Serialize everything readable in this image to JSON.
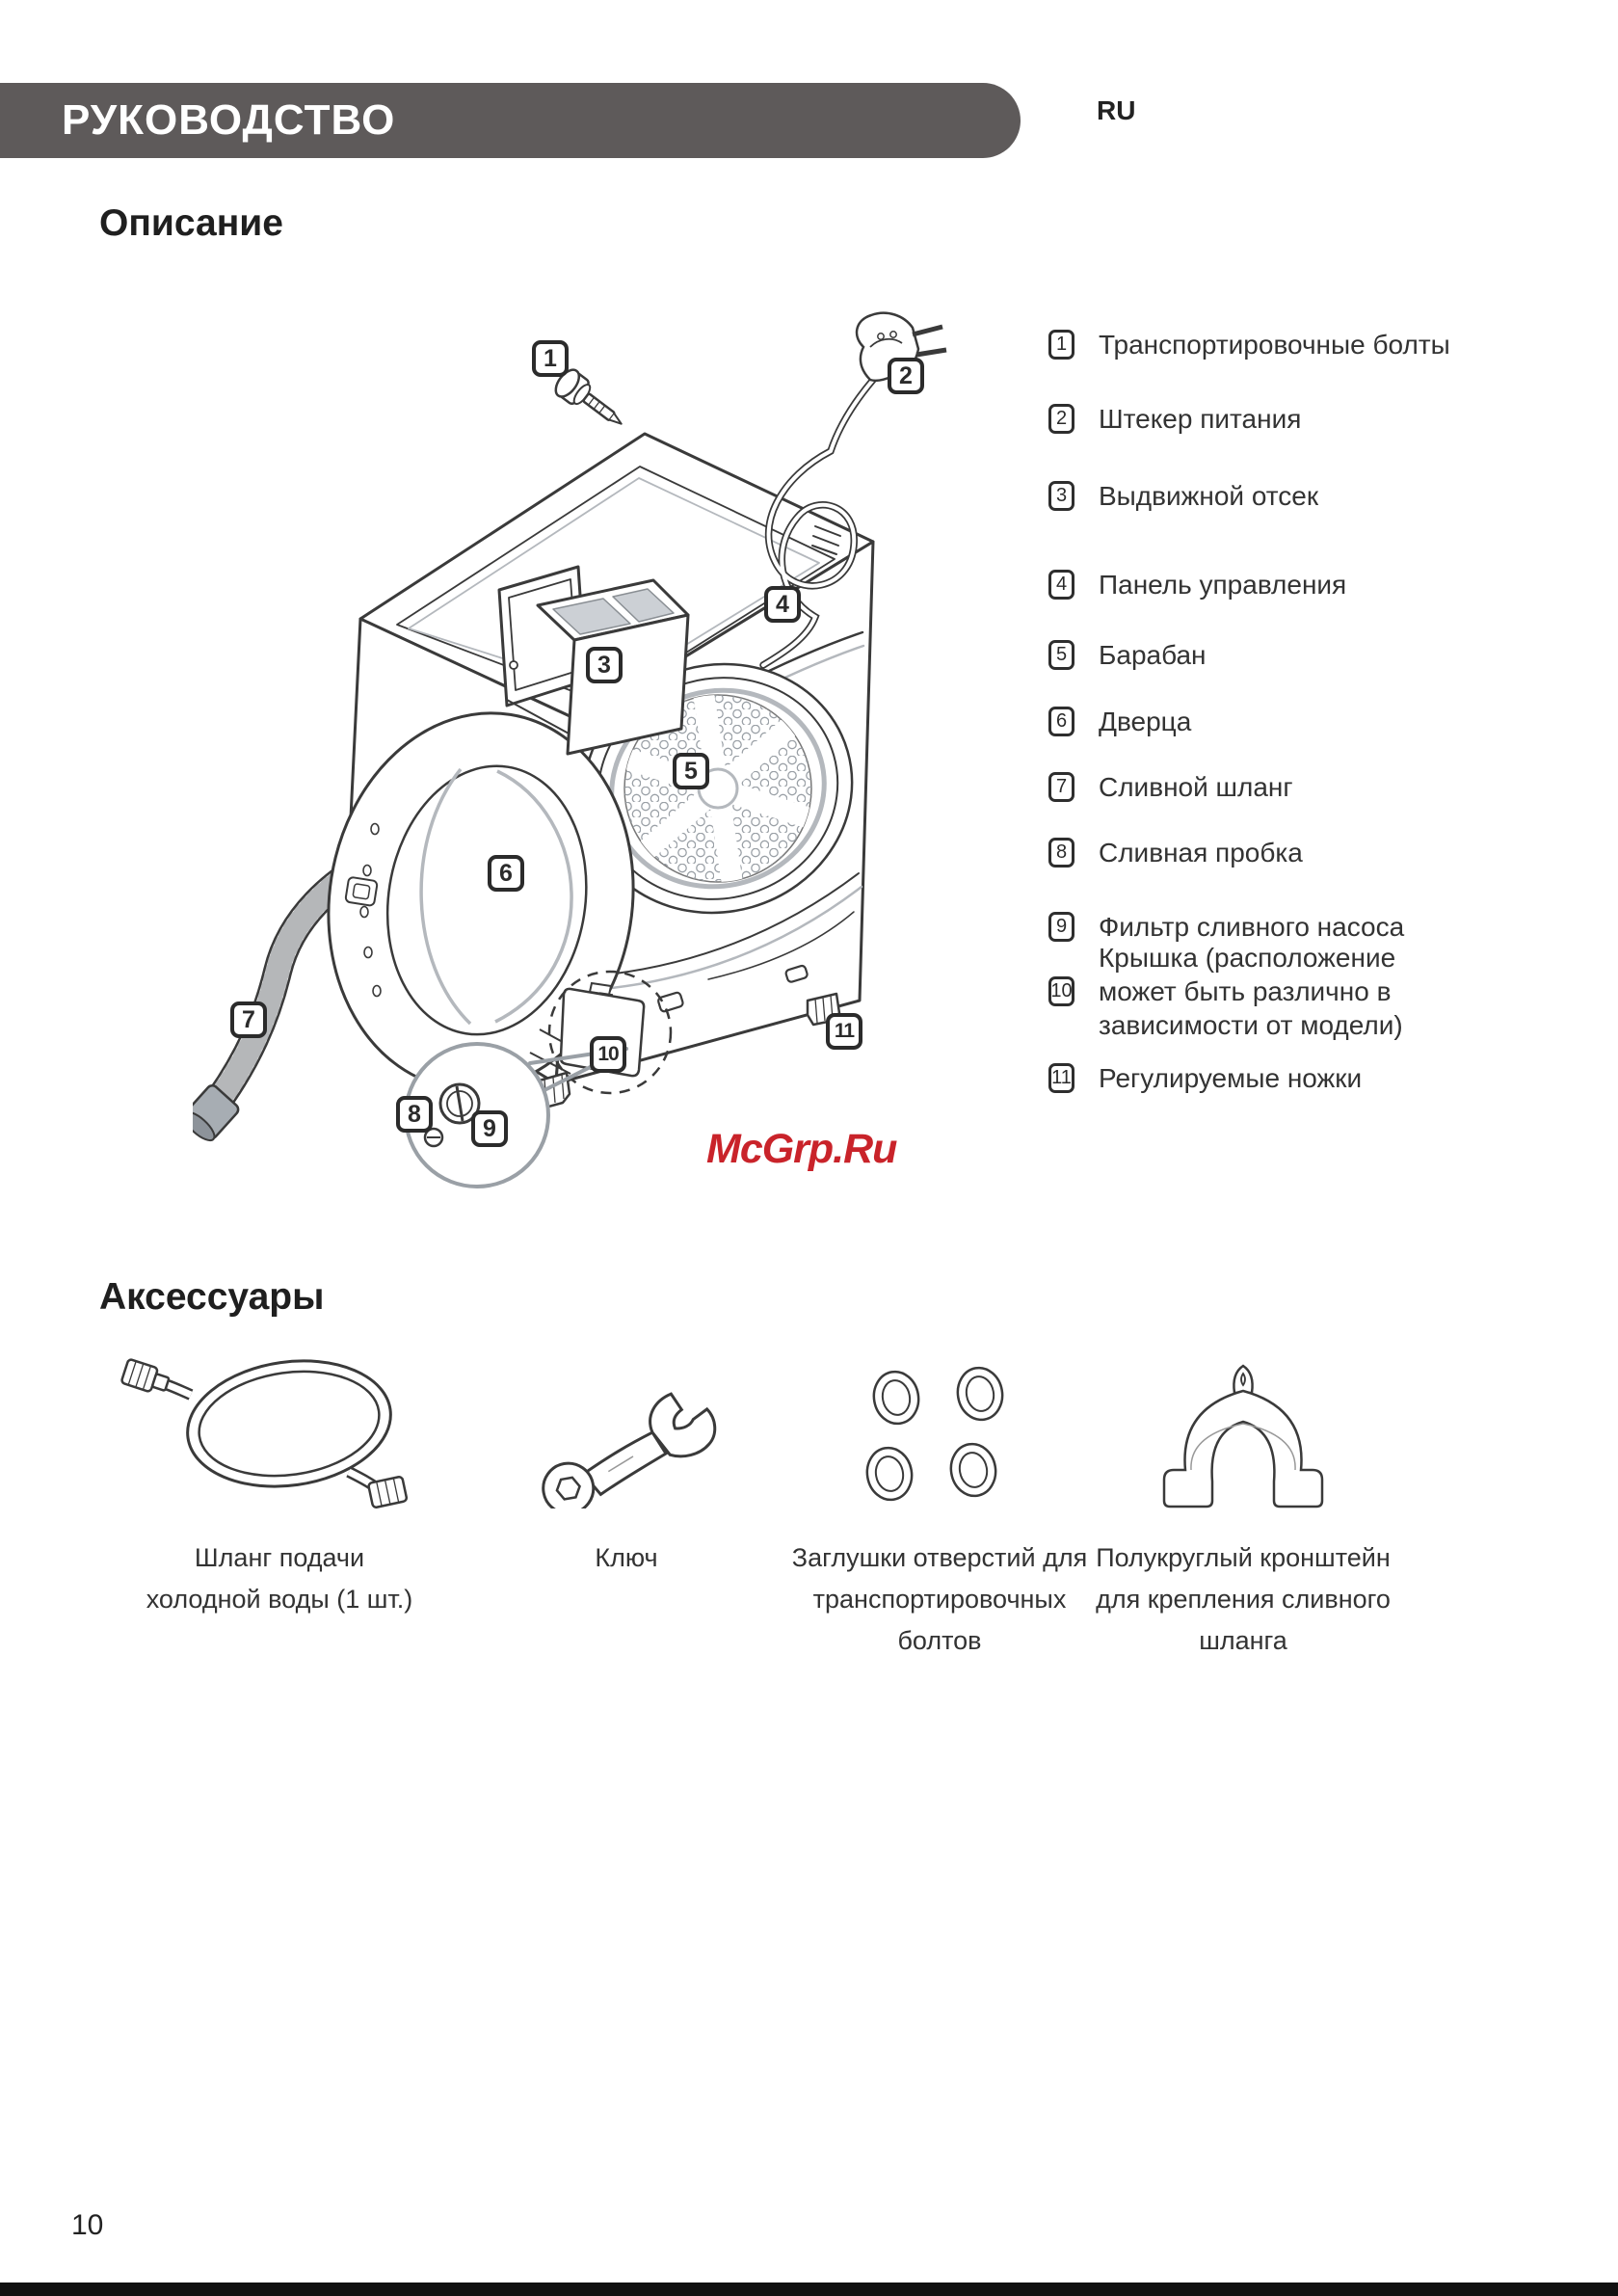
{
  "header": {
    "bar_title": "РУКОВОДСТВО",
    "lang_badge": "RU"
  },
  "description_section": {
    "title": "Описание",
    "callouts": [
      {
        "num": "1"
      },
      {
        "num": "2"
      },
      {
        "num": "3"
      },
      {
        "num": "4"
      },
      {
        "num": "5"
      },
      {
        "num": "6"
      },
      {
        "num": "7"
      },
      {
        "num": "8"
      },
      {
        "num": "9"
      },
      {
        "num": "10"
      },
      {
        "num": "11"
      }
    ],
    "legend": [
      {
        "num": "1",
        "label": "Транспортировочные болты"
      },
      {
        "num": "2",
        "label": "Штекер питания"
      },
      {
        "num": "3",
        "label": "Выдвижной отсек"
      },
      {
        "num": "4",
        "label": "Панель управления"
      },
      {
        "num": "5",
        "label": "Барабан"
      },
      {
        "num": "6",
        "label": "Дверца"
      },
      {
        "num": "7",
        "label": "Сливной шланг"
      },
      {
        "num": "8",
        "label": "Сливная пробка"
      },
      {
        "num": "9",
        "label": "Фильтр сливного насоса"
      },
      {
        "num": "10",
        "label": "Крышка (расположение\nможет быть различно в\nзависимости от модели)"
      },
      {
        "num": "11",
        "label": "Регулируемые ножки"
      }
    ]
  },
  "watermark": {
    "text": "McGrp.Ru",
    "color": "#c9232a"
  },
  "accessories_section": {
    "title": "Аксессуары",
    "items": [
      {
        "icon": "cold-water-inlet-hose",
        "caption": "Шланг подачи\nхолодной воды (1 шт.)"
      },
      {
        "icon": "spanner-wrench",
        "caption": "Ключ"
      },
      {
        "icon": "transport-bolt-hole-plugs",
        "caption": "Заглушки отверстий для\nтранспортировочных\nболтов"
      },
      {
        "icon": "drain-hose-bracket",
        "caption": "Полукруглый кронштейн\nдля крепления сливного\nшланга"
      }
    ]
  },
  "footer": {
    "page_number": "10"
  },
  "colors": {
    "header_bar": "#5e5a5a",
    "line": "#3a3a3a",
    "light_line": "#b4b8bd",
    "watermark_red": "#c9232a"
  }
}
